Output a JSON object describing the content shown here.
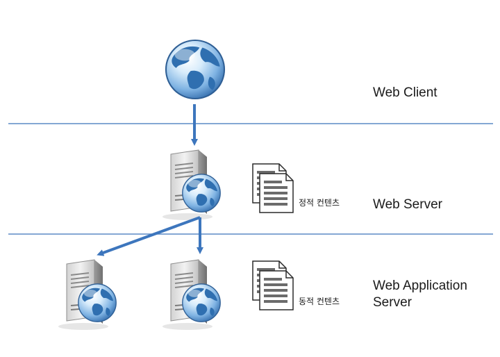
{
  "tiers": {
    "client": "Web Client",
    "web_server": "Web Server",
    "app_server_line1": "Web Application",
    "app_server_line2": "Server"
  },
  "documents": {
    "static": "정적 컨텐츠",
    "dynamic": "동적 컨텐츠"
  },
  "colors": {
    "divider": "#5b8ac6",
    "arrow": "#3d76bd"
  },
  "icons": {
    "client": "globe-icon",
    "server": "server-globe-icon",
    "document": "documents-icon"
  }
}
